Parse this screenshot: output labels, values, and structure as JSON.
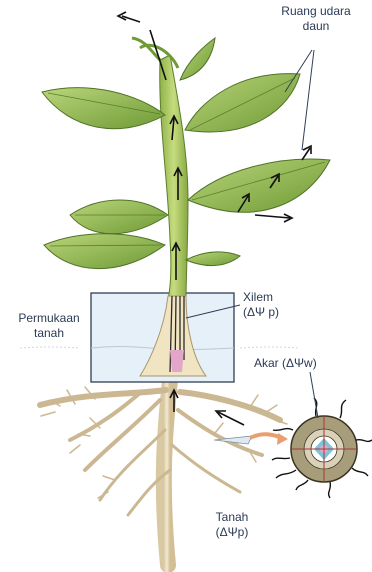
{
  "labels": {
    "leaf_air_space": [
      "Ruang udara",
      "daun"
    ],
    "xylem": [
      "Xilem",
      "(ΔΨ p)"
    ],
    "soil_surface": [
      "Permukaan",
      "tanah"
    ],
    "root": "Akar (ΔΨw)",
    "soil": [
      "Tanah",
      "(ΔΨp)"
    ]
  }
}
